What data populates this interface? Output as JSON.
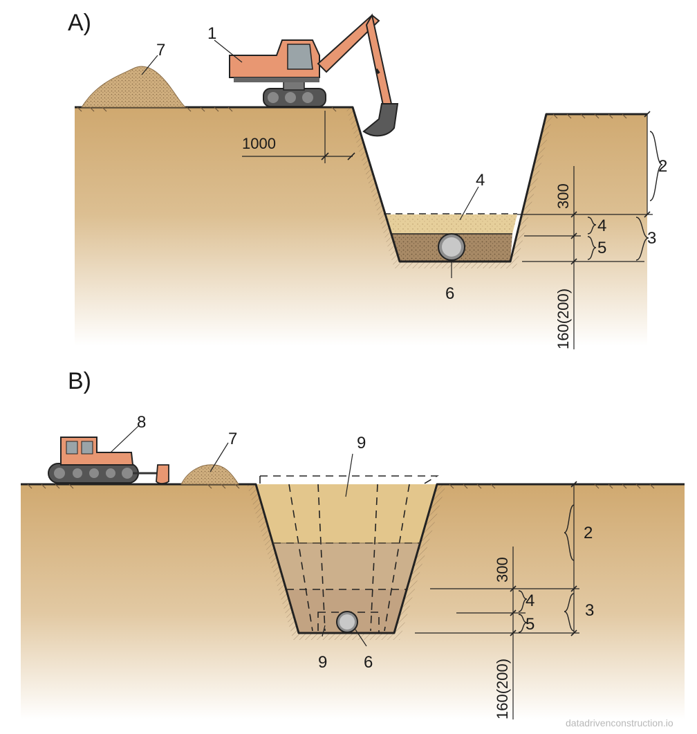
{
  "panel_a": {
    "label": "A)",
    "callouts": {
      "excavator": "1",
      "spoil": "7",
      "layer_top": "4",
      "pipe": "6",
      "right_upper": "2",
      "right_lower": "3",
      "right_4": "4",
      "right_5": "5"
    },
    "dims": {
      "berm": "1000",
      "layer": "300",
      "depth": "160(200)"
    }
  },
  "panel_b": {
    "label": "B)",
    "callouts": {
      "dozer": "8",
      "spoil": "7",
      "fill_top": "9",
      "fill_bottom": "9",
      "pipe": "6",
      "right_upper": "2",
      "right_lower": "3",
      "right_4": "4",
      "right_5": "5"
    },
    "dims": {
      "layer": "300",
      "depth": "160(200)"
    }
  },
  "colors": {
    "soil": "#d3b27f",
    "sand": "#e4cc95",
    "gravel": "#a48664",
    "machine": "#e89772",
    "outline": "#222222"
  },
  "watermark": "datadrivenconstruction.io"
}
